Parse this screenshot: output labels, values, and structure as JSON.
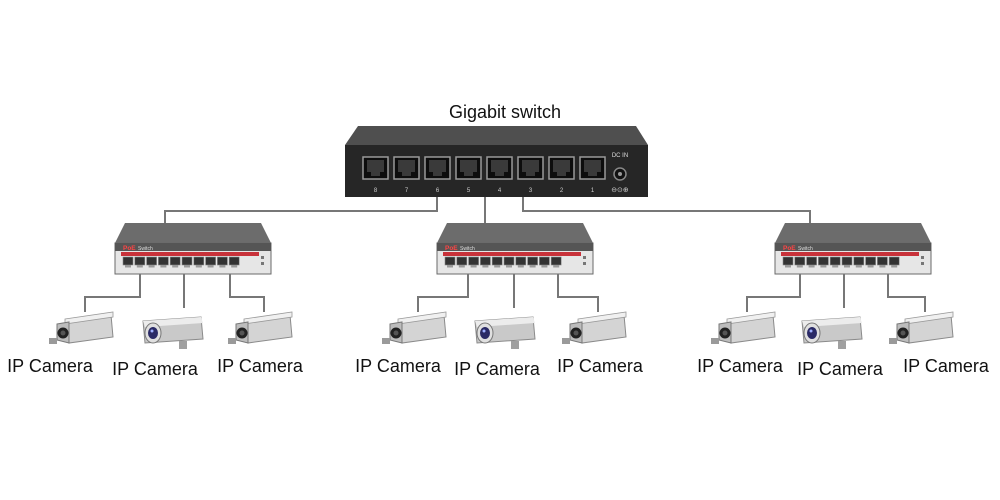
{
  "title": "Gigabit switch",
  "main_switch": {
    "port_numbers": [
      "8",
      "7",
      "6",
      "5",
      "4",
      "3",
      "2",
      "1"
    ],
    "power_label": "DC IN"
  },
  "poe_switches": [
    {
      "badge": "PoE",
      "text": "Switch",
      "cameras": [
        {
          "label": "IP Camera",
          "style": "box"
        },
        {
          "label": "IP Camera",
          "style": "dome"
        },
        {
          "label": "IP Camera",
          "style": "box"
        }
      ]
    },
    {
      "badge": "PoE",
      "text": "Switch",
      "cameras": [
        {
          "label": "IP Camera",
          "style": "box"
        },
        {
          "label": "IP Camera",
          "style": "dome"
        },
        {
          "label": "IP Camera",
          "style": "box"
        }
      ]
    },
    {
      "badge": "PoE",
      "text": "Switch",
      "cameras": [
        {
          "label": "IP Camera",
          "style": "box"
        },
        {
          "label": "IP Camera",
          "style": "dome"
        },
        {
          "label": "IP Camera",
          "style": "box"
        }
      ]
    }
  ],
  "colors": {
    "switch_body": "#2b2b2b",
    "switch_top": "#4a4a4a",
    "poe_body": "#555555",
    "poe_top": "#6a6a6a",
    "poe_stripe": "#c8323a",
    "cable": "#777777"
  }
}
